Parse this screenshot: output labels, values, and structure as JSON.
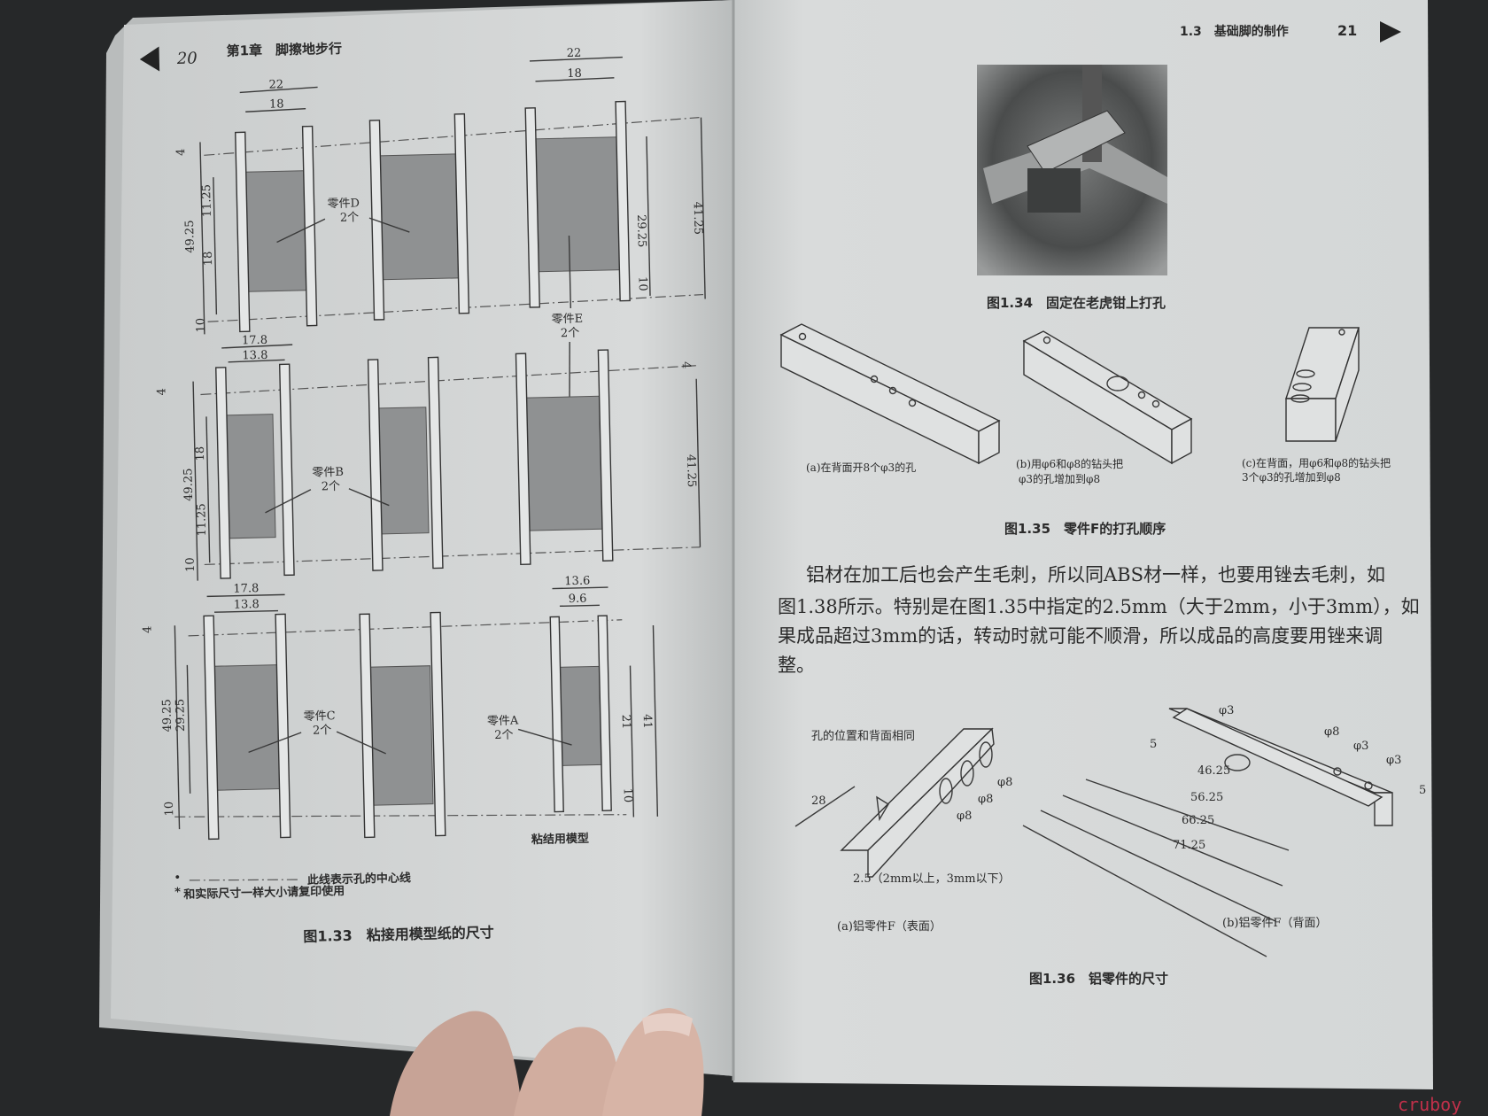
{
  "left_page": {
    "page_number": "20",
    "chapter_header": "第1章　脚擦地步行",
    "figure_1_33": {
      "row1": {
        "top_outer": "22",
        "top_inner": "18",
        "top_outer_e": "22",
        "top_inner_e": "18",
        "left_dims": [
          "4",
          "49.25",
          "11.25",
          "18",
          "10"
        ],
        "right_dims": [
          "29.25",
          "10",
          "41.25"
        ],
        "label_d": "零件D",
        "count_d": "2个",
        "label_e": "零件E",
        "count_e": "2个"
      },
      "row2": {
        "top_outer": "17.8",
        "top_inner": "13.8",
        "left_dims": [
          "4",
          "49.25",
          "18",
          "11.25",
          "10"
        ],
        "right_dims": [
          "4",
          "41.25"
        ],
        "label_b": "零件B",
        "count_b": "2个"
      },
      "row3": {
        "top_outer": "17.8",
        "top_inner": "13.8",
        "top_outer_a": "13.6",
        "top_inner_a": "9.6",
        "left_dims": [
          "4",
          "49.25",
          "29.25",
          "10"
        ],
        "right_dims": [
          "21",
          "41",
          "10"
        ],
        "label_c": "零件C",
        "count_c": "2个",
        "label_a": "零件A",
        "count_a": "2个",
        "model_label": "粘结用模型"
      },
      "note_1": "此线表示孔的中心线",
      "note_2": "和实际尺寸一样大小请复印使用",
      "caption": "图1.33　粘接用模型纸的尺寸"
    }
  },
  "right_page": {
    "section_header": "1.3　基础脚的制作",
    "page_number": "21",
    "figure_1_34": {
      "caption": "图1.34　固定在老虎钳上打孔"
    },
    "figure_1_35": {
      "sub_a": "(a)在背面开8个φ3的孔",
      "sub_b_1": "(b)用φ6和φ8的钻头把",
      "sub_b_2": "φ3的孔增加到φ8",
      "sub_c_1": "(c)在背面，用φ6和φ8的钻头把",
      "sub_c_2": "3个φ3的孔增加到φ8",
      "caption": "图1.35　零件F的打孔顺序"
    },
    "paragraph_lines": [
      "铝材在加工后也会产生毛刺，所以同ABS材一样，也要用锉去毛刺，如",
      "图1.38所示。特别是在图1.35中指定的2.5mm（大于2mm，小于3mm），如",
      "果成品超过3mm的话，转动时就可能不顺滑，所以成品的高度要用锉来调",
      "整。"
    ],
    "figure_1_36": {
      "a_note": "孔的位置和背面相同",
      "a_dim_28": "28",
      "a_holes": [
        "φ8",
        "φ8",
        "φ8"
      ],
      "a_thickness": "2.5（2mm以上，3mm以下）",
      "a_caption": "(a)铝零件F（表面）",
      "b_holes": [
        "φ3",
        "φ8",
        "φ3",
        "φ3"
      ],
      "b_dims": [
        "5",
        "46.25",
        "56.25",
        "66.25",
        "71.25",
        "5"
      ],
      "b_caption": "(b)铝零件F（背面）",
      "caption": "图1.36　铝零件的尺寸"
    }
  },
  "watermark": "cruboy",
  "colors": {
    "paper": "#d9dcdc",
    "background": "#262829",
    "watermark": "#c0304a"
  }
}
